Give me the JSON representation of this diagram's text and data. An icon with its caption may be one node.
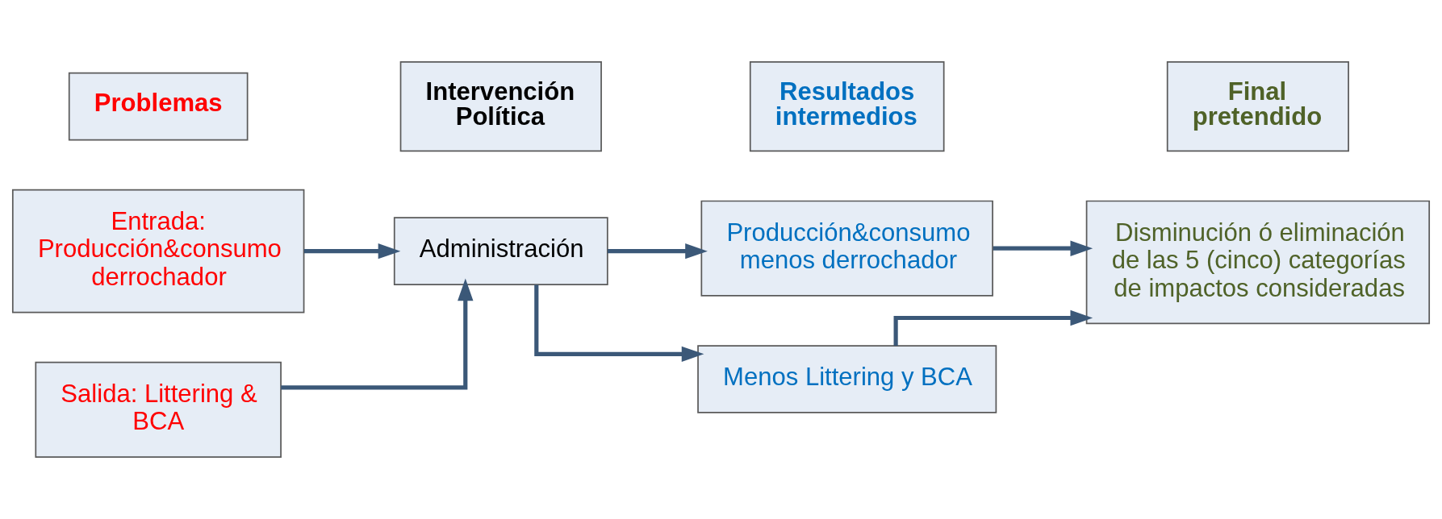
{
  "diagram": {
    "nodes": [
      {
        "text": [
          "Problemas"
        ]
      },
      {
        "text": [
          "Intervención Política"
        ]
      },
      {
        "text": [
          "Resultados intermedios"
        ]
      },
      {
        "text": [
          "Final pretendido"
        ]
      },
      {
        "text": [
          "Entrada: Producción&consumo derrochador"
        ]
      },
      {
        "text": [
          "Salida: Littering & BCA"
        ]
      },
      {
        "text": [
          "Administración"
        ]
      },
      {
        "text": [
          "Producción&consumo menos derrochador"
        ]
      },
      {
        "text": [
          "Menos Littering y BCA"
        ]
      },
      {
        "text": [
          "Disminución ó eliminación de las 5 (cinco) categorías de impactos consideradas"
        ]
      }
    ],
    "edges": [
      {
        "from": 4,
        "to": 6,
        "arrow": "to"
      },
      {
        "from": 5,
        "to": 6,
        "arrow": "to"
      },
      {
        "from": 6,
        "to": 7,
        "arrow": "to"
      },
      {
        "from": 6,
        "to": 8,
        "arrow": "to"
      },
      {
        "from": 7,
        "to": 9,
        "arrow": "to"
      },
      {
        "from": 8,
        "to": 9,
        "arrow": "to"
      }
    ]
  }
}
